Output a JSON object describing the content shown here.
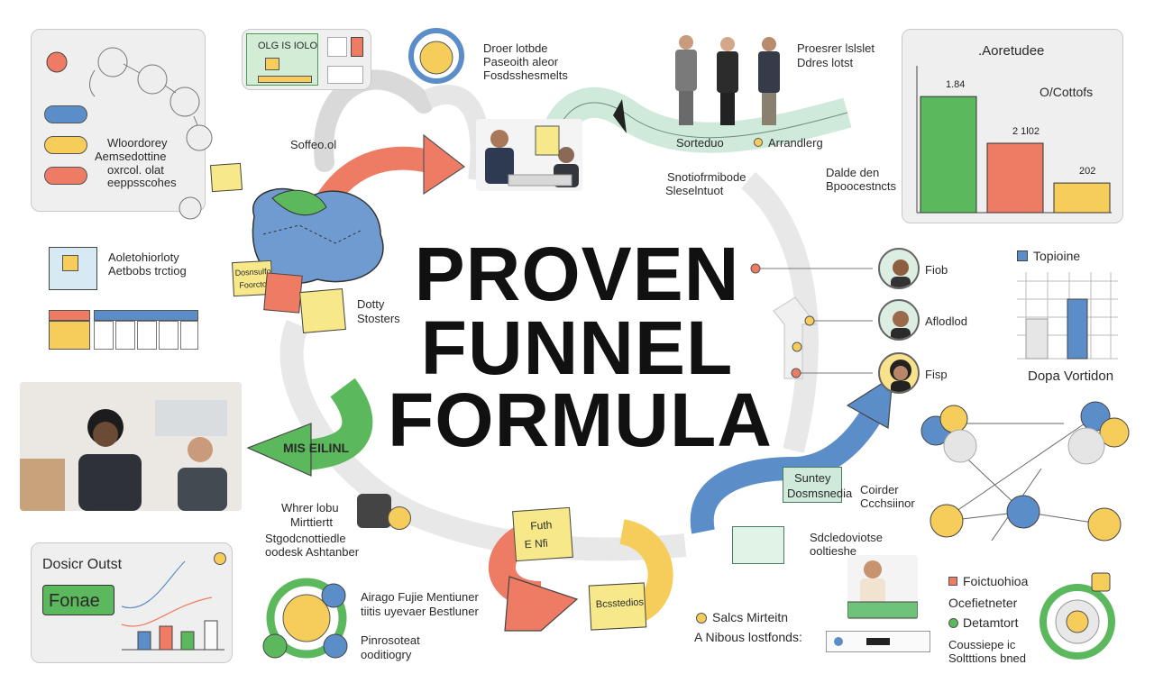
{
  "title": {
    "line1": "PROVEN",
    "line2": "FUNNEL",
    "line3": "FORMULA"
  },
  "top_left": {
    "text1": "Wloordorey",
    "text2": "Aemsedottine",
    "text3": "oxrcol. olat",
    "text4": "eeppsscohes"
  },
  "labels": {
    "collecal": "Soffeo.ol",
    "top_card_header": "OLG IS IOLO",
    "top_center1": "Droer lotbde",
    "top_center2": "Paseoith aleor",
    "top_center3": "Fosdsshesmelts",
    "top_people1": "Proesrer lslslet",
    "top_people2": "Ddres lotst",
    "arrow_left": "Sorteduo",
    "arrow_right": "Arrandlerg",
    "mid_right1": "Snotiofrmibode",
    "mid_right2": "Sleselntuot",
    "mid_right3": "Dalde den",
    "mid_right4": "Bpoocestncts",
    "left_mid1": "Aoletohiorloty",
    "left_mid2": "Aetbobs trctiog",
    "dotty1": "Dotty",
    "dotty2": "Stosters",
    "note_left1": "Dosnsulfo",
    "note_left2": "Foorcto",
    "green_arrow": "MIS EILINL",
    "bottom_left1": "Whrer lobu",
    "bottom_left2": "Mirttiertt",
    "bottom_left3": "Stgodcnottiedle",
    "bottom_left4": "oodesk Ashtanber",
    "bottom_center1": "Airago Fujie Mentiuner",
    "bottom_center2": "tiitis uyevaer Bestluner",
    "bottom_center3": "Pinrosoteat",
    "bottom_center4": "ooditiogry",
    "notes_bottom1": "Futh",
    "notes_bottom2": "E  Nfi",
    "notes_bottom3": "Bcsstedios",
    "suntey1": "Suntey",
    "suntey2": "Dosmsnedia",
    "conder1": "Coirder",
    "conder2": "Ccchsiinor",
    "sdel1": "Sdcledoviotse",
    "sdel2": "ooltieshe",
    "sales1": "Salcs Mirteitn",
    "sales2": "A Nibous lostfonds:",
    "person1": "Fiob",
    "person2": "Aflodlod",
    "person3": "Fisp",
    "topioine": "Topioine",
    "dopa": "Dopa Vortidon",
    "bottom_right1": "Foictuohioa",
    "bottom_right2": "Ocefietneter",
    "bottom_right3": "Detamtort",
    "bottom_right4": "Coussiepe ic",
    "bottom_right5": "Soltttions bned",
    "dosicr": "Dosicr Outst",
    "fonae": "Fonae"
  },
  "chart_data": {
    "type": "bar",
    "title": ".Aoretudee",
    "annotation": "O/Cottofs",
    "categories": [
      "",
      "",
      ""
    ],
    "values": [
      1.84,
      1.1,
      0.47
    ],
    "data_labels": [
      "1.84",
      "2 1l02",
      "202"
    ],
    "colors": [
      "#5cb85c",
      "#ee7b64",
      "#f6cc5a"
    ],
    "ylim": [
      0,
      2.0
    ]
  },
  "colors": {
    "green": "#5cb85c",
    "coral": "#ee7b64",
    "yellow": "#f6cc5a",
    "blue": "#5b8dc9",
    "mint": "#cfe9da",
    "grey_arrow": "#e4e4e4"
  }
}
